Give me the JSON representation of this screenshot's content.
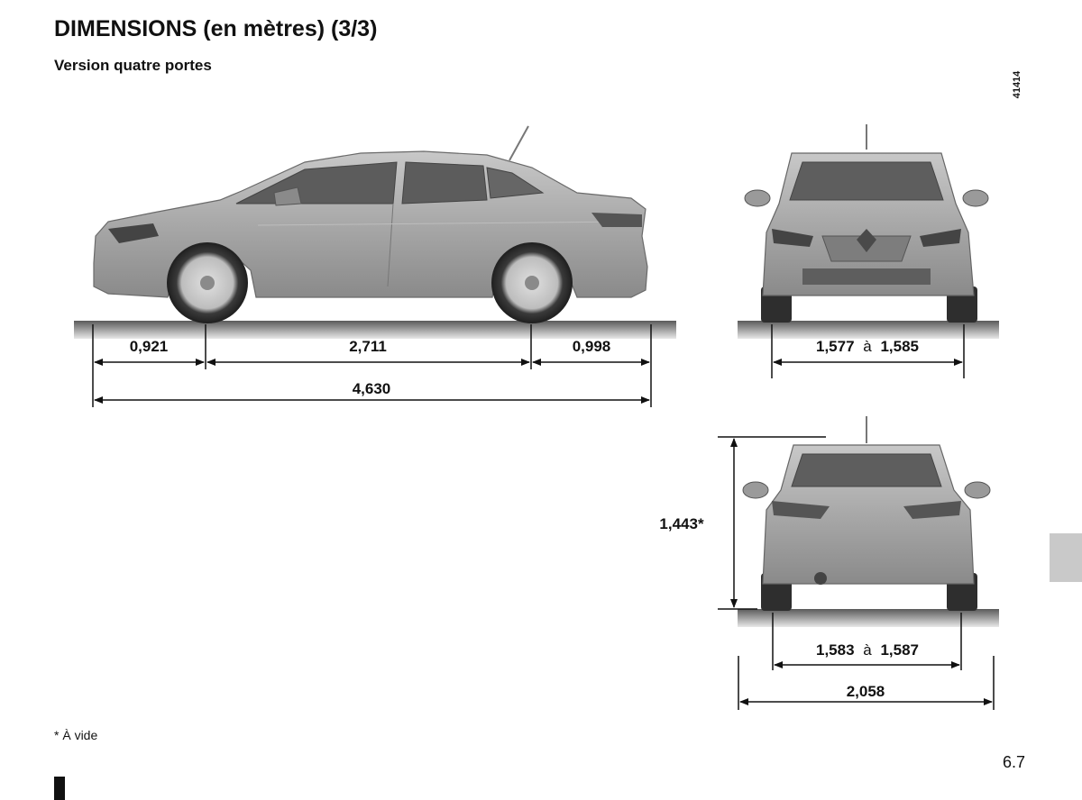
{
  "page": {
    "title": "DIMENSIONS (en mètres) (3/3)",
    "subtitle": "Version quatre portes",
    "figure_ref": "41414",
    "footnote": "* À vide",
    "page_number": "6.7"
  },
  "dimensions": {
    "front_overhang": "0,921",
    "wheelbase": "2,711",
    "rear_overhang": "0,998",
    "overall_length": "4,630",
    "front_track_min": "1,577",
    "front_track_max": "1,585",
    "track_separator": "à",
    "height": "1,443*",
    "rear_track_min": "1,583",
    "rear_track_max": "1,587",
    "overall_width": "2,058"
  },
  "colors": {
    "car_body": "#a9a9a9",
    "ground_shadow": "#6e6e6e",
    "side_tab": "#c9c9c9"
  }
}
